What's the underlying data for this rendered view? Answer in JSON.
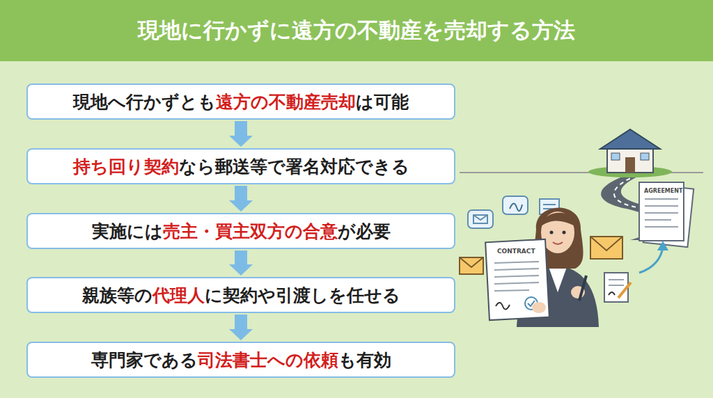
{
  "diagram": {
    "title": "現地に行かずに遠方の不動産を売却する方法",
    "nodes": [
      {
        "text": [
          "現地へ行かずとも",
          "遠方の不動産売却",
          "は可能"
        ]
      },
      {
        "text": [
          "持ち回り契約",
          "なら郵送等で署名対応できる"
        ]
      },
      {
        "text": [
          "実施には",
          "売主・買主双方の合意",
          "が必要"
        ]
      },
      {
        "text": [
          "親族等の",
          "代理人",
          "に契約や引渡しを任せる"
        ]
      },
      {
        "text": [
          "専門家である",
          "司法書士への依頼",
          "も有効"
        ]
      }
    ],
    "edges": [
      {
        "from": 0,
        "to": 1,
        "arrow": "to"
      },
      {
        "from": 1,
        "to": 2,
        "arrow": "to"
      },
      {
        "from": 2,
        "to": 3,
        "arrow": "to"
      },
      {
        "from": 3,
        "to": 4,
        "arrow": "to"
      }
    ],
    "labels": [
      "CONTRACT",
      "AGREEMENT"
    ]
  }
}
